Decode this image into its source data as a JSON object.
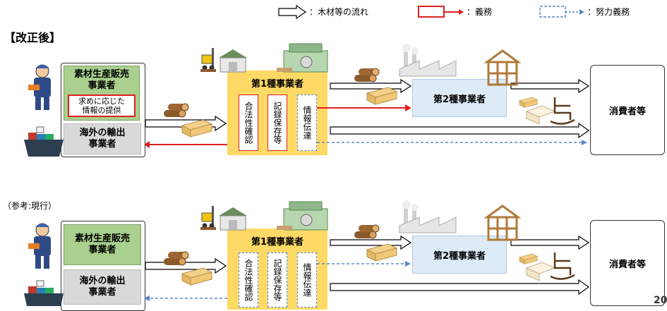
{
  "legend": {
    "flow_label": "：木材等の流れ",
    "duty_label": "：義務",
    "effort_label": "：努力義務"
  },
  "after": {
    "title": "【改正後】",
    "producer": "素材生産販売事業者",
    "producer_note": "求めに応じた情報の提供",
    "exporter": "海外の輸出事業者",
    "first_class": "第1種事業者",
    "legality_check": "合法性確認",
    "record_keeping": "記録保存等",
    "info_transfer": "情報伝達",
    "second_class": "第2種事業者",
    "consumer": "消費者等"
  },
  "current": {
    "title": "（参考:現行）",
    "producer": "素材生産販売事業者",
    "exporter": "海外の輸出事業者",
    "first_class": "第1種事業者",
    "legality_check": "合法性確認",
    "record_keeping": "記録保存等",
    "info_transfer": "情報伝達",
    "second_class": "第2種事業者",
    "consumer": "消費者等"
  },
  "page_number": "20",
  "colors": {
    "duty": "#e02020",
    "effort": "#5b87c7",
    "producer_box": "#a9d08e",
    "exporter_box": "#d9d9d9",
    "first_class_box": "#ffd966",
    "second_class_box": "#ddebf7"
  },
  "icons": [
    "worker-icon",
    "cargo-ship-icon",
    "forklift-icon",
    "warehouse-icon",
    "sawmill-machine-icon",
    "logs-icon",
    "lumber-icon",
    "factory-icon",
    "house-frame-icon",
    "rocking-chair-icon",
    "plywood-icon"
  ]
}
